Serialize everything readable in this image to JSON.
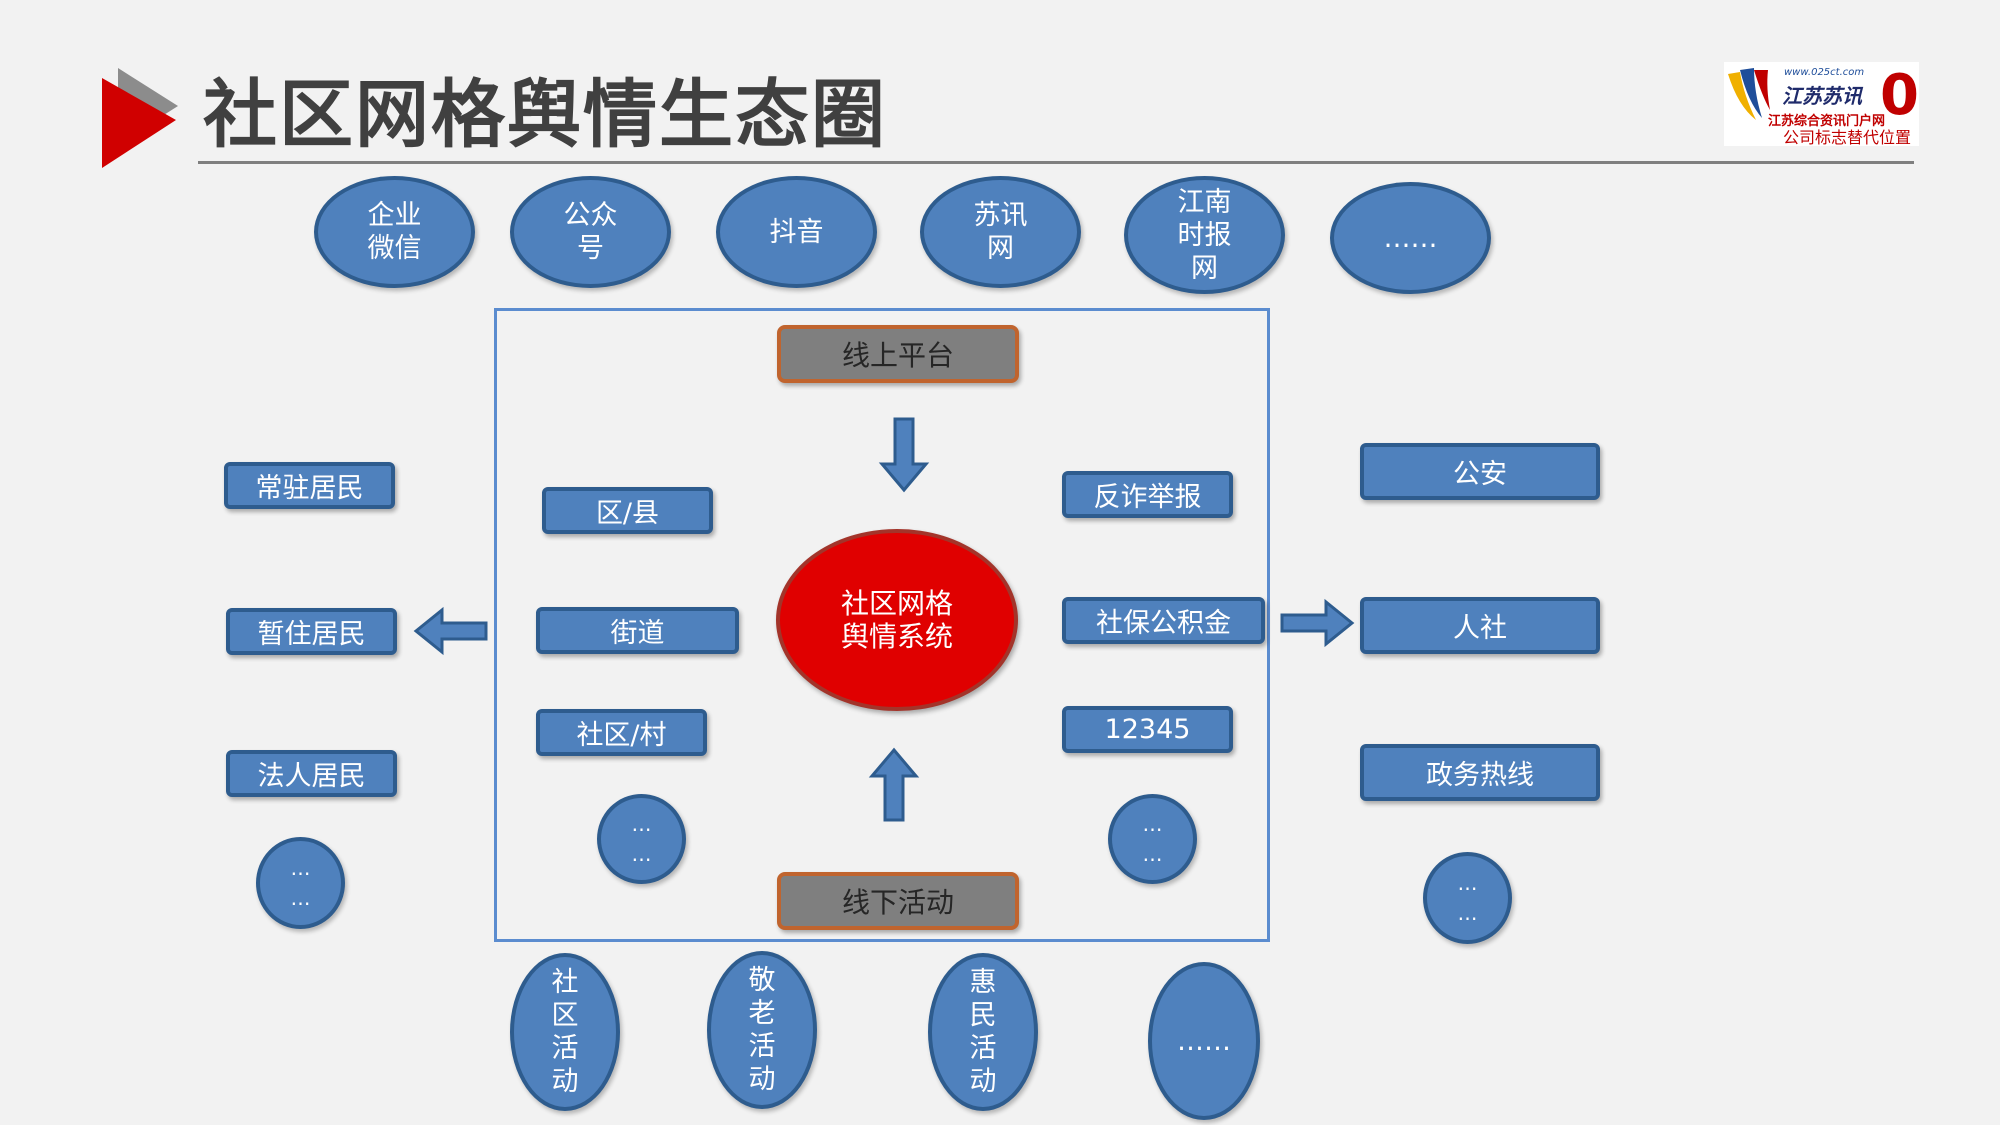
{
  "title": "社区网格舆情生态圈",
  "logo": {
    "url_text": "www.025ct.com",
    "name": "江苏苏讯",
    "sub": "江苏综合资讯门户网",
    "num": "0",
    "caption": "公司标志替代位置"
  },
  "online_channels": [
    "企业\n微信",
    "公众\n号",
    "抖音",
    "苏讯\n网",
    "江南\n时报\n网",
    "……"
  ],
  "online_platform": "线上平台",
  "offline_activity": "线下活动",
  "center_system": "社区网格\n舆情系统",
  "left_residents": [
    "常驻居民",
    "暂住居民",
    "法人居民",
    "…\n…"
  ],
  "inner_left": [
    "区/县",
    "街道",
    "社区/村",
    "…\n…"
  ],
  "inner_right": [
    "反诈举报",
    "社保公积金",
    "12345",
    "…\n…"
  ],
  "right_departments": [
    "公安",
    "人社",
    "政务热线",
    "…\n…"
  ],
  "offline_events": [
    "社\n区\n活\n动",
    "敬\n老\n活\n动",
    "惠\n民\n活\n动",
    "……"
  ],
  "colors": {
    "node_fill": "#4f81bd",
    "node_border": "#2e5c8e",
    "center_fill": "#e00000",
    "platform_fill": "#7f7f7f",
    "platform_border": "#c0642e",
    "title_arrow": "#d00000"
  }
}
